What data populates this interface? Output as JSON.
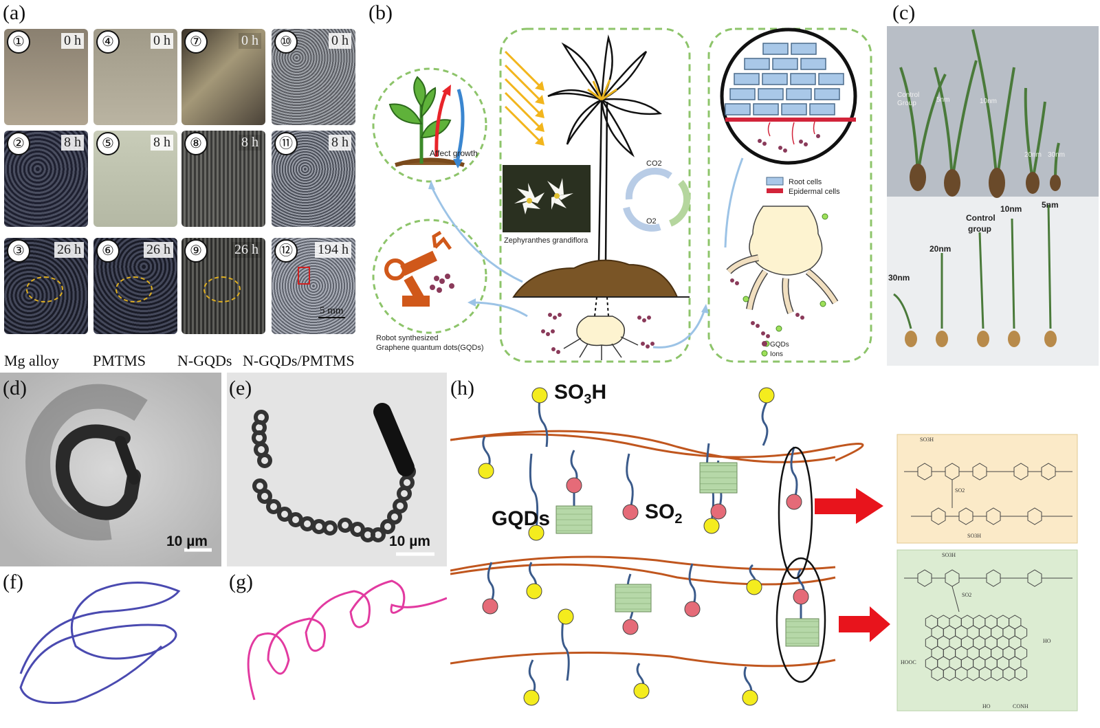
{
  "panels": {
    "a": {
      "label": "(a)",
      "tiles": [
        {
          "num": "①",
          "time": "0 h"
        },
        {
          "num": "④",
          "time": "0 h"
        },
        {
          "num": "⑦",
          "time": "0 h"
        },
        {
          "num": "⑩",
          "time": "0 h"
        },
        {
          "num": "②",
          "time": "8 h"
        },
        {
          "num": "⑤",
          "time": "8 h"
        },
        {
          "num": "⑧",
          "time": "8 h"
        },
        {
          "num": "⑪",
          "time": "8 h"
        },
        {
          "num": "③",
          "time": "26 h"
        },
        {
          "num": "⑥",
          "time": "26 h"
        },
        {
          "num": "⑨",
          "time": "26 h"
        },
        {
          "num": "⑫",
          "time": "194 h"
        }
      ],
      "columns": [
        "Mg alloy",
        "PMTMS",
        "N-GQDs",
        "N-GQDs/PMTMS"
      ],
      "scale_bar": "5 mm"
    },
    "b": {
      "label": "(b)",
      "affect_growth": "Affect growth",
      "photo_caption": "Zephyranthes grandiflora",
      "co2": "CO2",
      "o2": "O2",
      "legend_root_cells": "Root cells",
      "legend_epidermal_cells": "Epidermal cells",
      "legend_gqds": "GQDs",
      "legend_ions": "Ions",
      "robot_caption_1": "Robot synthesized",
      "robot_caption_2": "Graphene quantum dots(GQDs)"
    },
    "c": {
      "label": "(c)",
      "top_labels": [
        "Control Group",
        "5nm",
        "10nm",
        "20nm",
        "30nm"
      ],
      "bottom_labels": [
        "30nm",
        "20nm",
        "Control",
        "group",
        "10nm",
        "5nm"
      ]
    },
    "d": {
      "label": "(d)",
      "scale_bar": "10 µm"
    },
    "e": {
      "label": "(e)",
      "scale_bar": "10 µm"
    },
    "f": {
      "label": "(f)"
    },
    "g": {
      "label": "(g)"
    },
    "h": {
      "label": "(h)",
      "so3h_main": "SO",
      "so3h_sub": "3",
      "so3h_end": "H",
      "gqds": "GQDs",
      "so2_main": "SO",
      "so2_sub": "2",
      "struct1_labels": [
        "SO3H",
        "SO2",
        "SO3H"
      ],
      "struct2_labels": [
        "SO3H",
        "SO2",
        "HO",
        "HOOC",
        "HO",
        "CONH"
      ]
    }
  },
  "colors": {
    "chain": "#c0561e",
    "linker": "#3a5a8a",
    "so3h": "#f4ec1e",
    "so2": "#e56b78",
    "gqd": "#b6d8a8",
    "arrow": "#e8141c",
    "dashed_green": "#8dc46a",
    "blue_arrow": "#9cc3e6",
    "path_f": "#4a4ab0",
    "path_g": "#e23aa0"
  }
}
